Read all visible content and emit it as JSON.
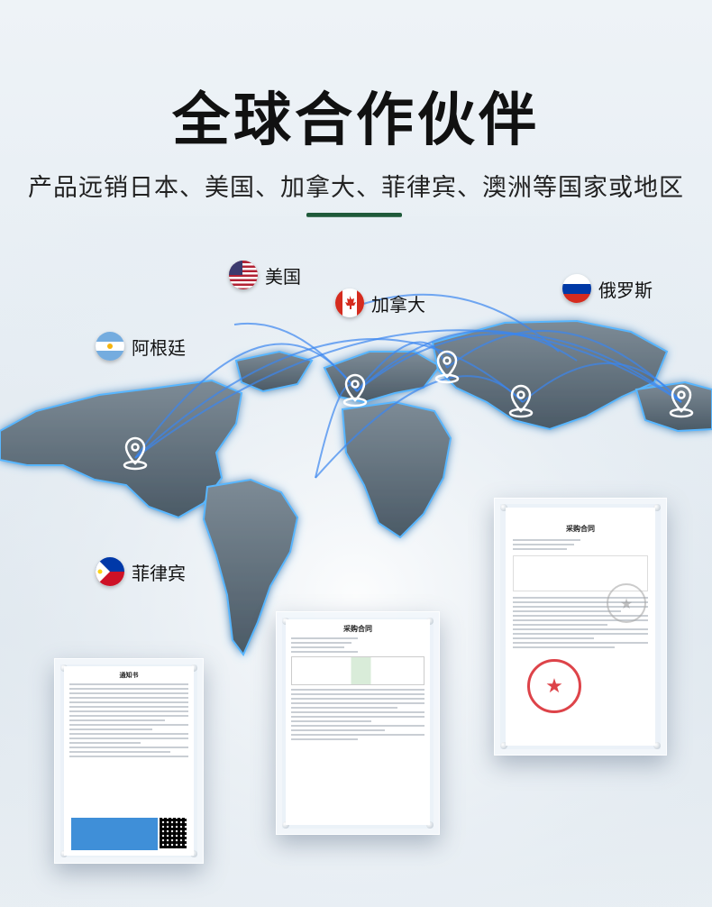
{
  "header": {
    "title": "全球合作伙伴",
    "subtitle": "产品远销日本、美国、加拿大、菲律宾、澳洲等国家或地区"
  },
  "countries": [
    {
      "name": "美国",
      "flag": "usa-flag-icon"
    },
    {
      "name": "加拿大",
      "flag": "canada-flag-icon"
    },
    {
      "name": "俄罗斯",
      "flag": "russia-flag-icon"
    },
    {
      "name": "阿根廷",
      "flag": "argentina-flag-icon"
    },
    {
      "name": "菲律宾",
      "flag": "philippines-flag-icon"
    }
  ],
  "documents": {
    "left_title": "通知书",
    "center_title": "采购合同",
    "right_title": "采购合同"
  },
  "colors": {
    "divider": "#1f5a3a",
    "map_land": "#5f7180",
    "map_glow": "#3aa0ff",
    "arc": "#2f7ff0",
    "stamp": "#d8232a"
  },
  "icons": [
    "location-pin-icon",
    "qr-code-icon",
    "red-stamp-icon"
  ]
}
